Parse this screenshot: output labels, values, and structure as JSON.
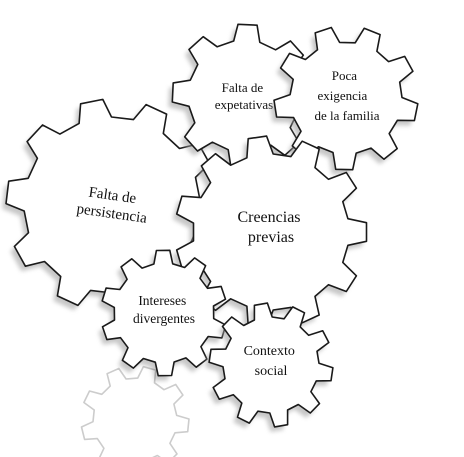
{
  "diagram": {
    "gears": [
      {
        "id": "persistencia",
        "lines": [
          "Falta de",
          "persistencia"
        ]
      },
      {
        "id": "expetativas",
        "lines": [
          "Falta de",
          "expetativas"
        ]
      },
      {
        "id": "exigencia",
        "lines": [
          "Poca",
          "exigencia",
          "de la familia"
        ]
      },
      {
        "id": "creencias",
        "lines": [
          "Creencias",
          "previas"
        ]
      },
      {
        "id": "intereses",
        "lines": [
          "Intereses",
          "divergentes"
        ]
      },
      {
        "id": "contexto",
        "lines": [
          "Contexto",
          "social"
        ]
      }
    ],
    "colors": {
      "outline": "#1a1a1a",
      "fill": "#ffffff",
      "shadow": "#9a9a9a",
      "text": "#111111"
    }
  }
}
